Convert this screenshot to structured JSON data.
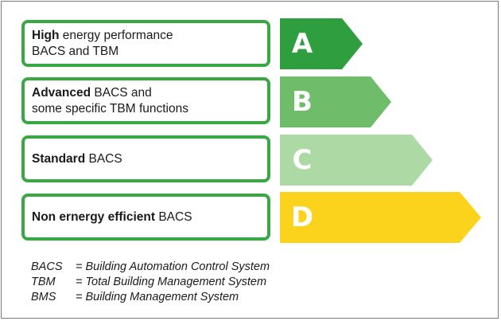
{
  "classes": [
    {
      "bold": "High",
      "rest_line1": " energy performance",
      "line2": "BACS and TBM",
      "letter": "A",
      "color": "#2e9e3f"
    },
    {
      "bold": "Advanced",
      "rest_line1": " BACS and",
      "line2": "some specific TBM functions",
      "letter": "B",
      "color": "#6fbd6a"
    },
    {
      "bold": "Standard",
      "rest_line1": " BACS",
      "line2": "",
      "letter": "C",
      "color": "#acd9a4"
    },
    {
      "bold": "Non ernergy efficient",
      "rest_line1": " BACS",
      "line2": "",
      "letter": "D",
      "color": "#fcd31c"
    }
  ],
  "legend": [
    {
      "abbr": "BACS",
      "full": "= Building Automation Control System"
    },
    {
      "abbr": "TBM",
      "full": "= Total Building Management System"
    },
    {
      "abbr": "BMS",
      "full": "= Building Management System"
    }
  ]
}
